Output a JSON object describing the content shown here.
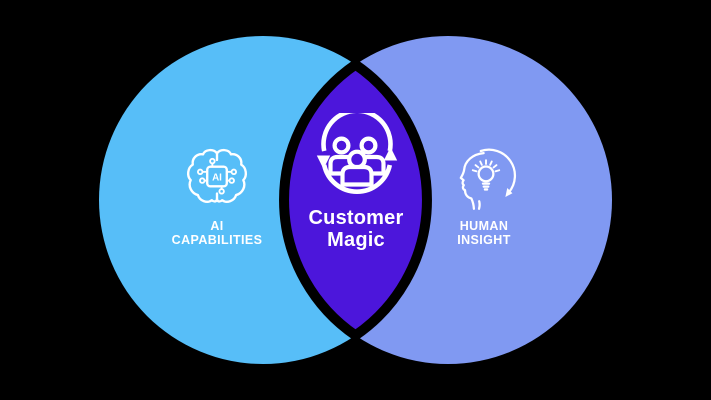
{
  "title": "AI capabilities and human insight Venn diagram",
  "colors": {
    "background": "#000000",
    "left_circle": "#57BEF8",
    "right_circle": "#8099F2",
    "intersection": "#4C16DB",
    "intersection_outline": "#000000",
    "text": "#FFFFFF",
    "icon_stroke": "#FFFFFF"
  },
  "venn": {
    "left": {
      "label": "AI\nCAPABILITIES",
      "icon": "brain-ai-chip-icon",
      "chip_text": "AI"
    },
    "center": {
      "label": "Customer\nMagic",
      "icon": "people-sync-icon"
    },
    "right": {
      "label": "HUMAN\nINSIGHT",
      "icon": "head-lightbulb-icon"
    }
  }
}
